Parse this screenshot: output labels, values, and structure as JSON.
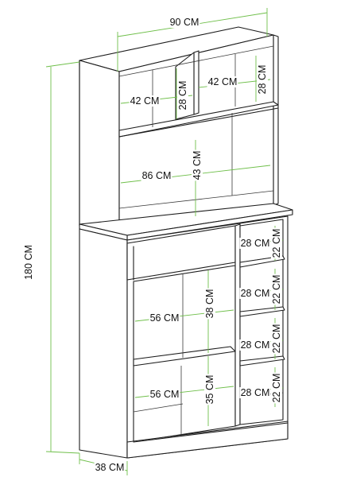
{
  "diagram": {
    "dimensions": {
      "total_width": "90 CM",
      "total_height": "180 CM",
      "depth": "38 CM",
      "top_left_width": "42 CM",
      "top_left_height": "28 CM",
      "top_right_width": "42 CM",
      "top_right_height": "28 CM",
      "middle_width": "86 CM",
      "middle_height": "43 CM",
      "right_shelf_1_width": "28 CM",
      "right_shelf_1_height": "22 CM",
      "right_shelf_2_width": "28 CM",
      "right_shelf_2_height": "22 CM",
      "right_shelf_3_width": "28 CM",
      "right_shelf_3_height": "22 CM",
      "right_shelf_4_width": "28 CM",
      "right_shelf_4_height": "22 CM",
      "lower_upper_width": "56 CM",
      "lower_upper_height": "38 CM",
      "lower_bottom_width": "56 CM",
      "lower_bottom_height": "35 CM"
    },
    "colors": {
      "outline": "#1c1c1c",
      "dimension_line": "#6fbf4a",
      "background": "#ffffff"
    }
  }
}
